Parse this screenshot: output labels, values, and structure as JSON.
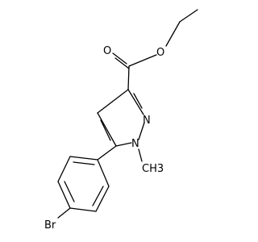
{
  "molecule": {
    "atoms": {
      "ester_carbonyl_o": "O",
      "ester_ether_o": "O",
      "ring_n2": "N",
      "ring_n1": "N",
      "methyl": "CH3",
      "bromine": "Br"
    }
  }
}
